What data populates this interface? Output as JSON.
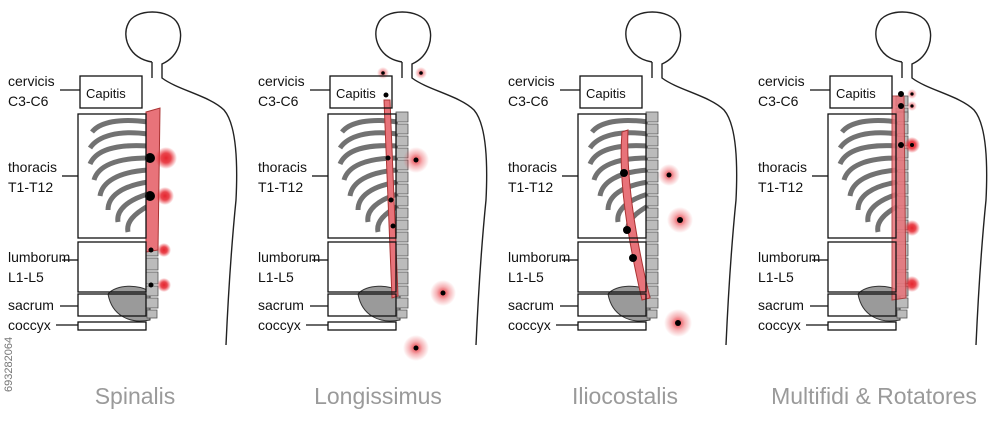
{
  "region_labels": {
    "cervicis_name": "cervicis",
    "cervicis_range": "C3-C6",
    "thoracis_name": "thoracis",
    "thoracis_range": "T1-T12",
    "lumborum_name": "lumborum",
    "lumborum_range": "L1-L5",
    "sacrum": "sacrum",
    "coccyx": "coccyx",
    "capitis": "Capitis"
  },
  "panels": [
    {
      "id": "spinalis",
      "caption": "Spinalis"
    },
    {
      "id": "longissimus",
      "caption": "Longissimus"
    },
    {
      "id": "iliocostalis",
      "caption": "Iliocostalis"
    },
    {
      "id": "multifidi-rotatores",
      "caption": "Multifidi & Rotatores"
    }
  ],
  "watermark": "693282064",
  "colors": {
    "muscle": "#e8737a",
    "pain": "#e5252e",
    "trigger": "#000000",
    "outline": "#222222",
    "caption": "#9a9a9a"
  }
}
